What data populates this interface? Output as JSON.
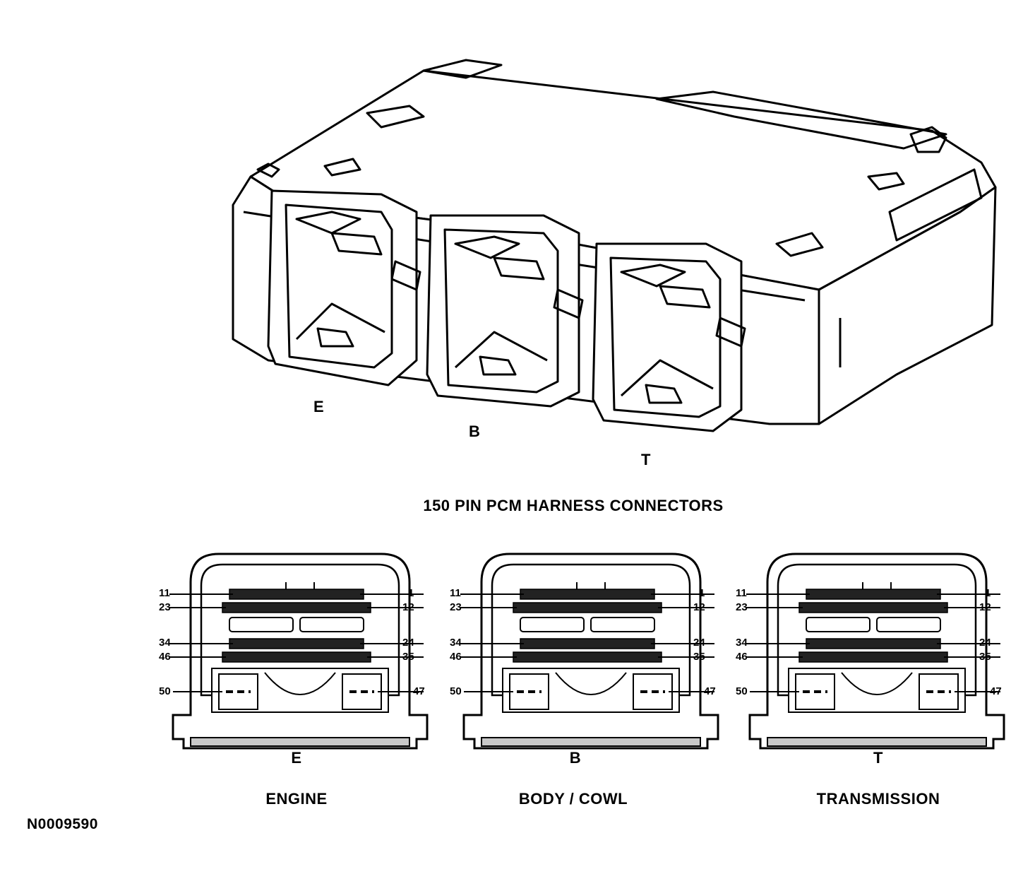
{
  "title": "150 PIN PCM HARNESS CONNECTORS",
  "figure_id": "N0009590",
  "module_labels": [
    "E",
    "B",
    "T"
  ],
  "connectors": [
    {
      "letter": "E",
      "name": "ENGINE"
    },
    {
      "letter": "B",
      "name": "BODY / COWL"
    },
    {
      "letter": "T",
      "name": "TRANSMISSION"
    }
  ],
  "pin_labels": {
    "left": [
      "11",
      "23",
      "34",
      "46",
      "50"
    ],
    "right": [
      "1",
      "12",
      "24",
      "35",
      "47"
    ]
  },
  "colors": {
    "line": "#000000",
    "shade": "#c8c8c8",
    "background": "#ffffff"
  }
}
